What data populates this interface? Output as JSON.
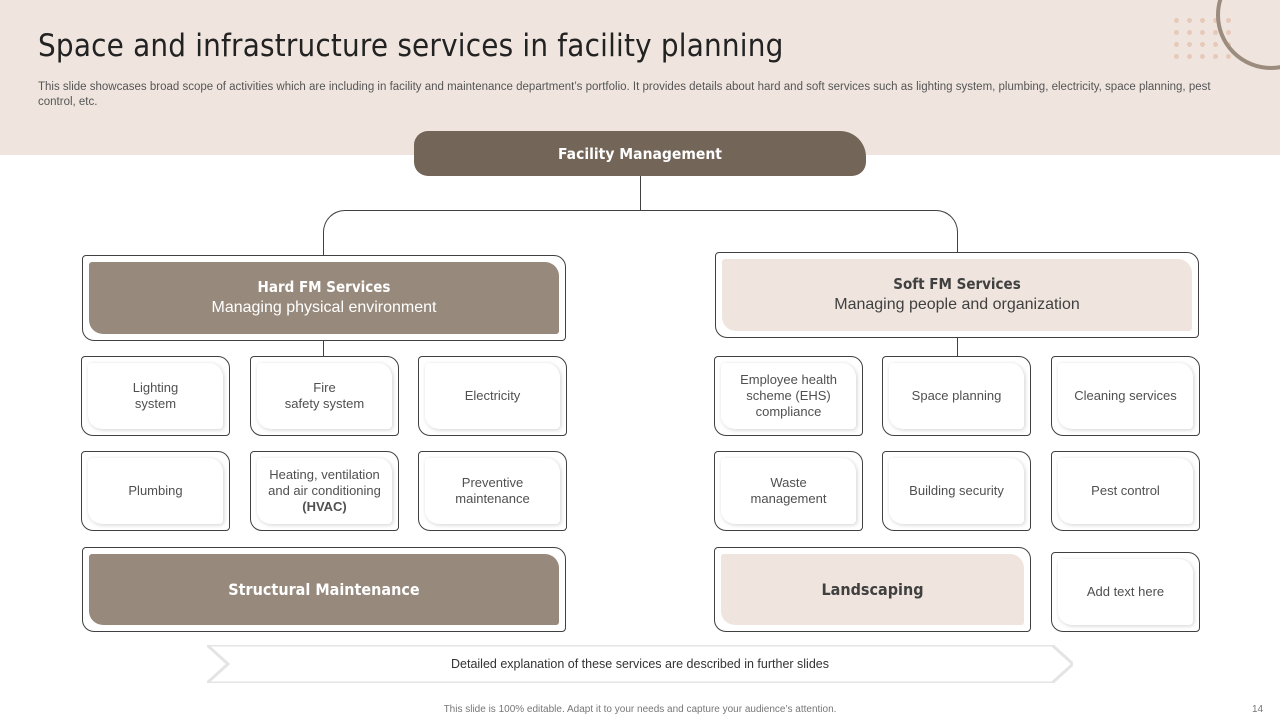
{
  "header": {
    "title": "Space and infrastructure services in facility planning",
    "subtitle": "This slide showcases broad scope of activities which are including in facility and maintenance department’s portfolio. It provides details about hard and soft services such as lighting system, plumbing, electricity, space planning, pest control, etc."
  },
  "root": {
    "label": "Facility Management"
  },
  "hard": {
    "title": "Hard FM Services",
    "subtitle": "Managing physical environment",
    "items": [
      "Lighting\nsystem",
      "Fire\nsafety system",
      "Electricity",
      "Plumbing",
      "Heating, ventilation\nand air conditioning",
      "Preventive\nmaintenance"
    ],
    "hvac_suffix": "(HVAC)",
    "bottom": "Structural Maintenance"
  },
  "soft": {
    "title": "Soft FM Services",
    "subtitle": "Managing people and organization",
    "items": [
      "Employee health\nscheme (EHS)\ncompliance",
      "Space planning",
      "Cleaning services",
      "Waste\nmanagement",
      "Building security",
      "Pest control"
    ],
    "bottom": "Landscaping",
    "extra": "Add text here"
  },
  "footer": {
    "banner": "Detailed explanation of these services are described in further slides",
    "note": "This slide is 100% editable. Adapt it to your needs and capture your audience’s attention.",
    "page": "14"
  },
  "colors": {
    "header_band": "#EFE5DE",
    "root_fill": "#736558",
    "hard_fill": "#978A7C",
    "soft_fill": "#EFE5DE"
  }
}
